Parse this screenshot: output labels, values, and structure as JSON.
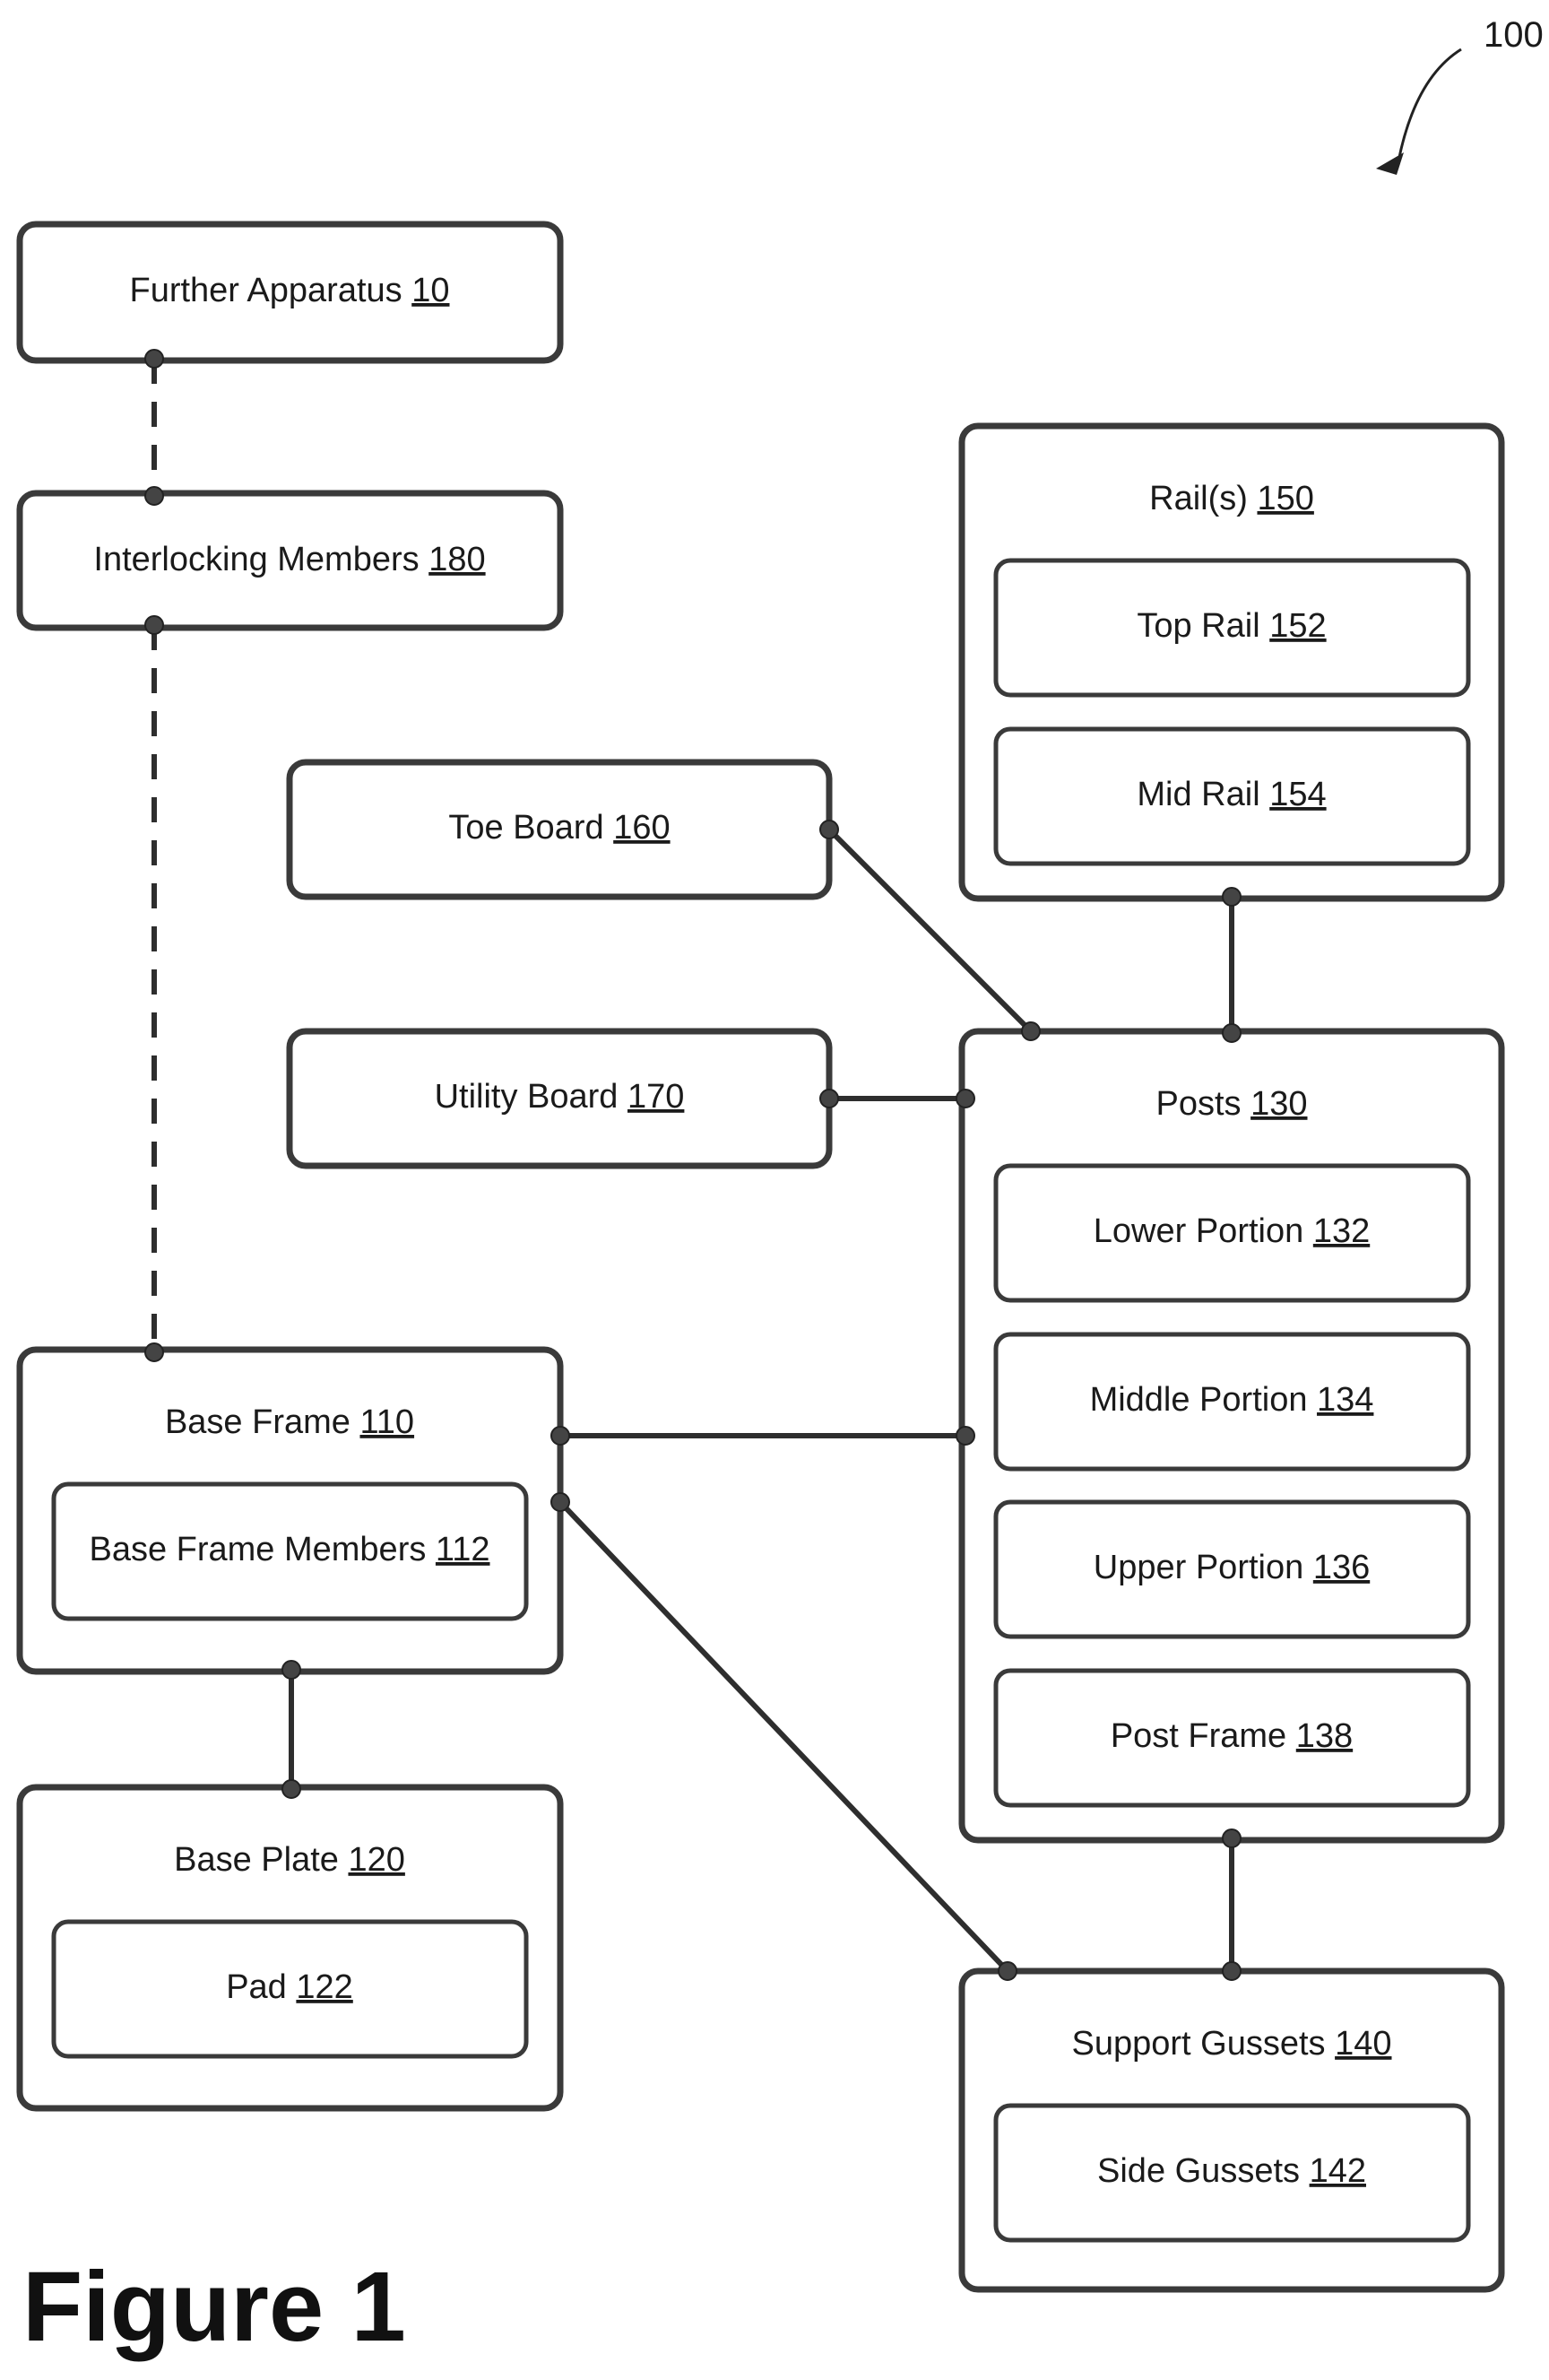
{
  "figure": {
    "label": "Figure 1",
    "reference_numeral": "100"
  },
  "boxes": {
    "further_apparatus": {
      "label": "Further Apparatus",
      "num": "10"
    },
    "interlocking_members": {
      "label": "Interlocking Members",
      "num": "180"
    },
    "rails": {
      "label": "Rail(s)",
      "num": "150"
    },
    "top_rail": {
      "label": "Top Rail",
      "num": "152"
    },
    "mid_rail": {
      "label": "Mid Rail",
      "num": "154"
    },
    "toe_board": {
      "label": "Toe Board",
      "num": "160"
    },
    "utility_board": {
      "label": "Utility Board",
      "num": "170"
    },
    "posts": {
      "label": "Posts",
      "num": "130"
    },
    "lower_portion": {
      "label": "Lower Portion",
      "num": "132"
    },
    "middle_portion": {
      "label": "Middle Portion",
      "num": "134"
    },
    "upper_portion": {
      "label": "Upper Portion",
      "num": "136"
    },
    "post_frame": {
      "label": "Post Frame",
      "num": "138"
    },
    "base_frame": {
      "label": "Base Frame",
      "num": "110"
    },
    "base_frame_members": {
      "label": "Base Frame Members",
      "num": "112"
    },
    "base_plate": {
      "label": "Base Plate",
      "num": "120"
    },
    "pad": {
      "label": "Pad",
      "num": "122"
    },
    "support_gussets": {
      "label": "Support Gussets",
      "num": "140"
    },
    "side_gussets": {
      "label": "Side Gussets",
      "num": "142"
    }
  },
  "connections": [
    {
      "from": "further_apparatus",
      "to": "interlocking_members",
      "style": "dashed"
    },
    {
      "from": "interlocking_members",
      "to": "base_frame",
      "style": "dashed"
    },
    {
      "from": "rails",
      "to": "posts",
      "style": "solid"
    },
    {
      "from": "toe_board",
      "to": "posts",
      "style": "solid"
    },
    {
      "from": "utility_board",
      "to": "posts",
      "style": "solid"
    },
    {
      "from": "base_frame",
      "to": "posts",
      "style": "solid"
    },
    {
      "from": "base_frame",
      "to": "support_gussets",
      "style": "solid"
    },
    {
      "from": "base_frame",
      "to": "base_plate",
      "style": "solid"
    },
    {
      "from": "posts",
      "to": "support_gussets",
      "style": "solid"
    }
  ]
}
